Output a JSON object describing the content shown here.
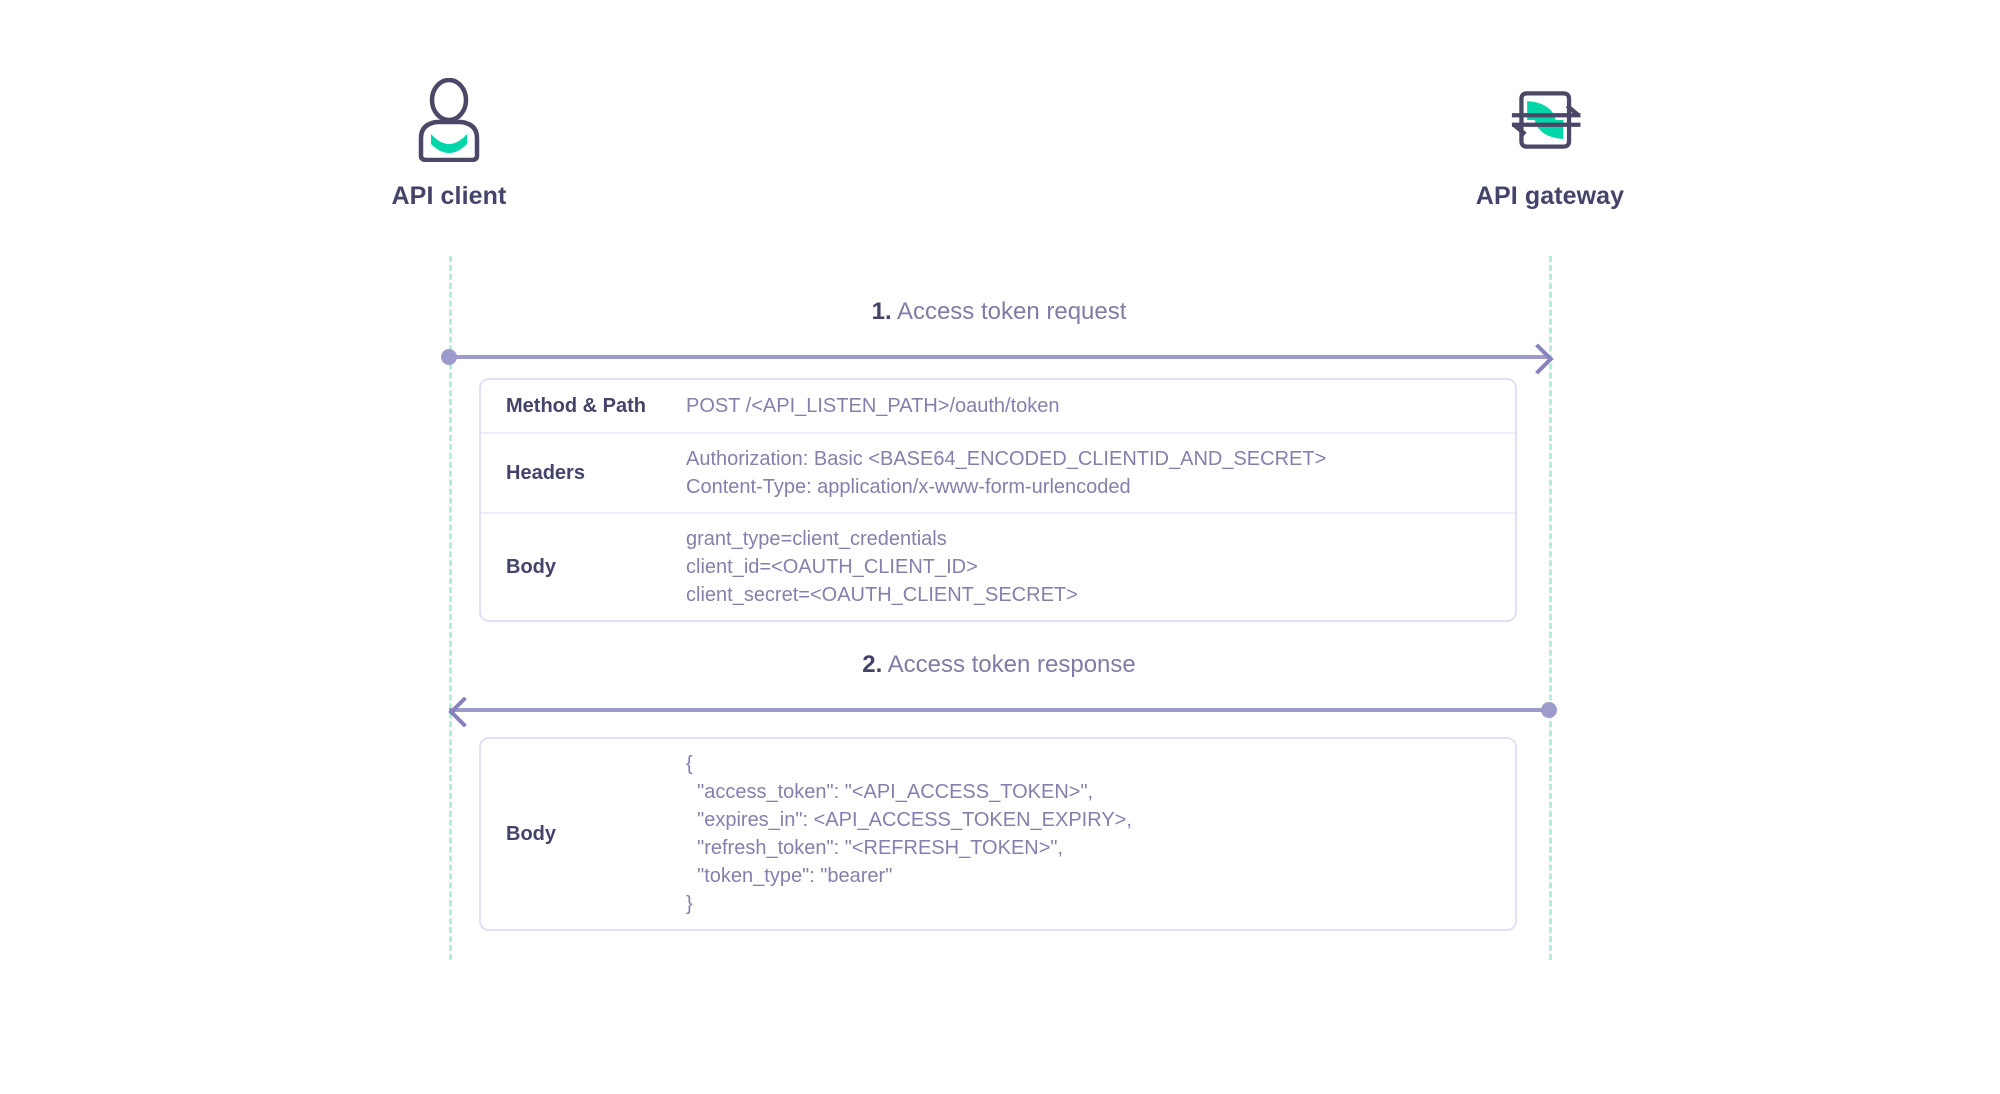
{
  "actors": [
    {
      "id": "api-client",
      "label": "API client",
      "icon": "user-icon"
    },
    {
      "id": "api-gateway",
      "label": "API gateway",
      "icon": "gateway-exchange-icon"
    }
  ],
  "steps": [
    {
      "number": "1.",
      "title": "Access token request",
      "direction": "right",
      "from": "API client",
      "to": "API gateway",
      "rows": [
        {
          "key": "Method & Path",
          "lines": [
            "POST /<API_LISTEN_PATH>/oauth/token"
          ]
        },
        {
          "key": "Headers",
          "lines": [
            "Authorization: Basic <BASE64_ENCODED_CLIENTID_AND_SECRET>",
            "Content-Type: application/x-www-form-urlencoded"
          ]
        },
        {
          "key": "Body",
          "lines": [
            "grant_type=client_credentials",
            "client_id=<OAUTH_CLIENT_ID>",
            "client_secret=<OAUTH_CLIENT_SECRET>"
          ]
        }
      ]
    },
    {
      "number": "2.",
      "title": "Access token response",
      "direction": "left",
      "from": "API gateway",
      "to": "API client",
      "rows": [
        {
          "key": "Body",
          "lines": [
            "{",
            "  \"access_token\": \"<API_ACCESS_TOKEN>\",",
            "  \"expires_in\": <API_ACCESS_TOKEN_EXPIRY>,",
            "  \"refresh_token\": \"<REFRESH_TOKEN>\",",
            "  \"token_type\": \"bearer\"",
            "}"
          ]
        }
      ]
    }
  ],
  "colors": {
    "actor_label": "#44436a",
    "step_title": "#7f7da6",
    "arrow": "#9d9bcb",
    "lifeline": "#b5ecdc",
    "accent_teal": "#00d6a8",
    "icon_outline": "#4a4866",
    "table_border": "#e2e0f2",
    "value_text": "#8381ac"
  }
}
